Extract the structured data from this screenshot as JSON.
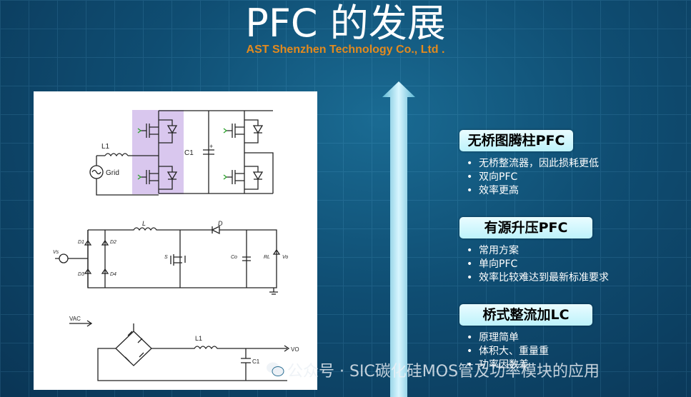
{
  "header": {
    "title": "PFC 的发展",
    "subtitle": "AST Shenzhen Technology Co., Ltd ."
  },
  "circuit_labels": {
    "c1": {
      "l1": "L1",
      "grid": "Grid",
      "c1": "C1",
      "plus": "+"
    },
    "c2": {
      "l": "L",
      "d": "D",
      "d1": "D1",
      "d2": "D2",
      "d3": "D3",
      "d4": "D4",
      "s": "S",
      "co": "Co",
      "rl": "RL",
      "vo": "Vo",
      "vs": "Vs"
    },
    "c3": {
      "vac": "VAC",
      "l1": "L1",
      "c1": "C1",
      "vo": "VO"
    }
  },
  "sections": [
    {
      "title": "无桥图腾柱PFC",
      "bullets": [
        "无桥整流器，因此损耗更低",
        "双向PFC",
        "效率更高"
      ]
    },
    {
      "title": "有源升压PFC",
      "bullets": [
        "常用方案",
        "单向PFC",
        "效率比较难达到最新标准要求"
      ]
    },
    {
      "title": "桥式整流加LC",
      "bullets": [
        "原理简单",
        "体积大、重量重",
        "功率因数差"
      ]
    }
  ],
  "watermark": "公众号 · SIC碳化硅MOS管及功率模块的应用",
  "colors": {
    "accent_title": "#e38a1e",
    "box": "#c8f3fb",
    "highlight": "#d9c7ee"
  }
}
